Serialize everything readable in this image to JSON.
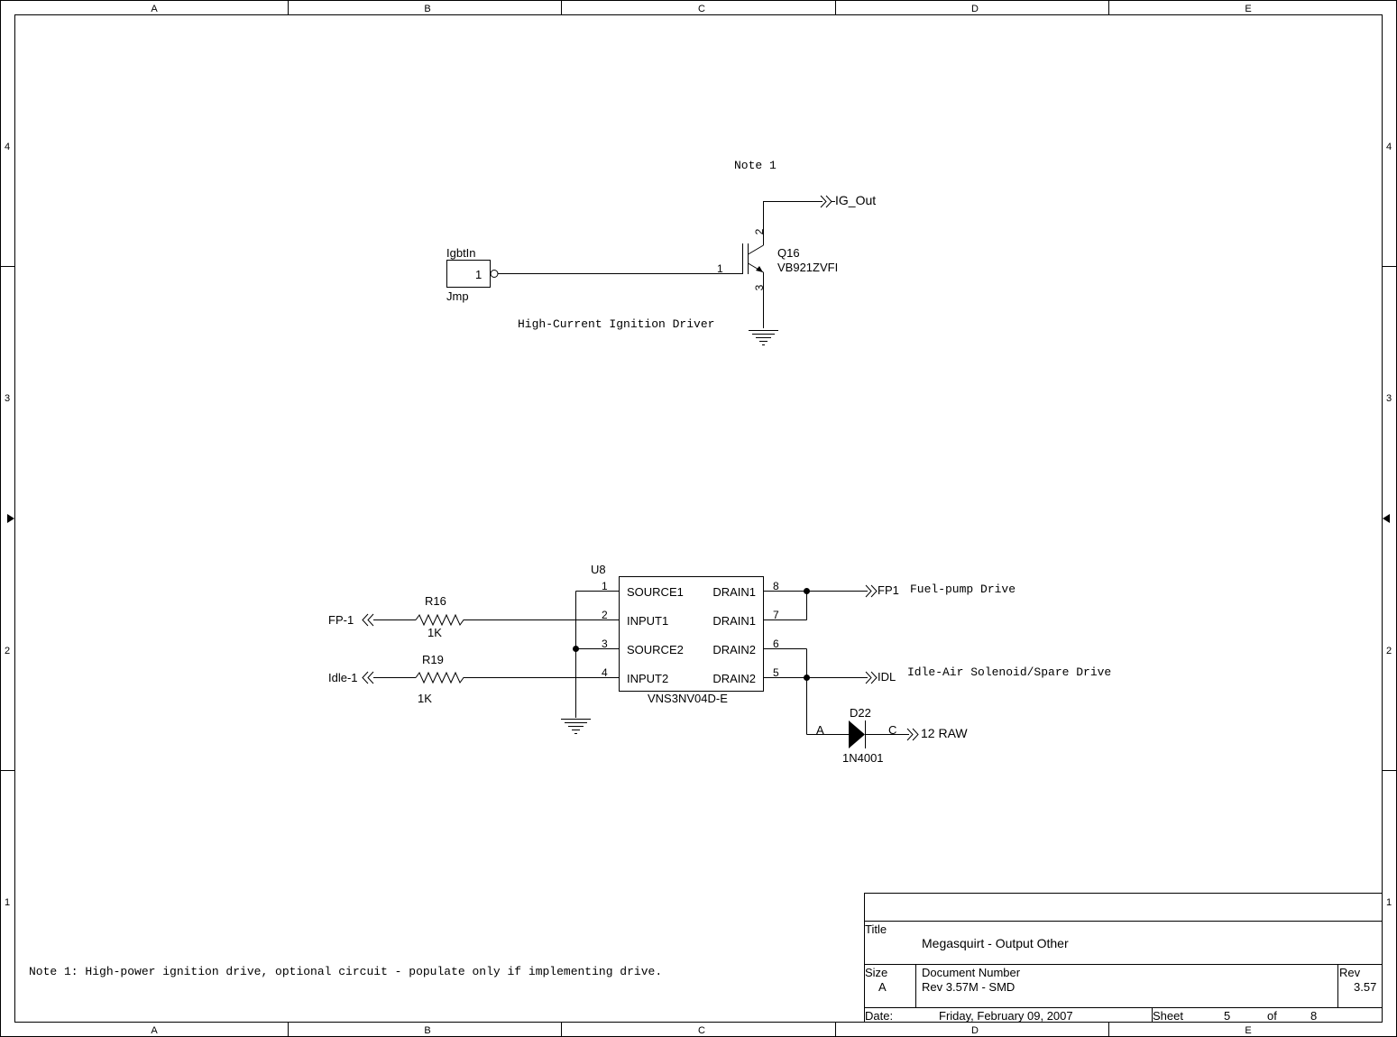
{
  "border": {
    "columns": [
      "A",
      "B",
      "C",
      "D",
      "E"
    ],
    "rows": [
      "4",
      "3",
      "2",
      "1"
    ]
  },
  "ignition": {
    "note_ref": "Note 1",
    "output_net": "IG_Out",
    "transistor_ref": "Q16",
    "transistor_value": "VB921ZVFI",
    "pin_gate": "1",
    "pin_collector": "2",
    "pin_emitter": "3",
    "jumper_name": "IgbtIn",
    "jumper_pin": "1",
    "jumper_value": "Jmp",
    "caption": "High-Current Ignition Driver"
  },
  "driver": {
    "ref": "U8",
    "value": "VNS3NV04D-E",
    "left_pins": [
      {
        "num": "1",
        "name": "SOURCE1"
      },
      {
        "num": "2",
        "name": "INPUT1"
      },
      {
        "num": "3",
        "name": "SOURCE2"
      },
      {
        "num": "4",
        "name": "INPUT2"
      }
    ],
    "right_pins": [
      {
        "num": "8",
        "name": "DRAIN1"
      },
      {
        "num": "7",
        "name": "DRAIN1"
      },
      {
        "num": "6",
        "name": "DRAIN2"
      },
      {
        "num": "5",
        "name": "DRAIN2"
      }
    ],
    "r16_ref": "R16",
    "r16_value": "1K",
    "r19_ref": "R19",
    "r19_value": "1K",
    "fp_in_net": "FP-1",
    "idle_in_net": "Idle-1",
    "fp_out_net": "FP1",
    "fp_out_label": "Fuel-pump Drive",
    "idl_out_net": "IDL",
    "idl_out_label": "Idle-Air Solenoid/Spare Drive",
    "diode_ref": "D22",
    "diode_value": "1N4001",
    "diode_anode": "A",
    "diode_cathode": "C",
    "raw_net": "12 RAW"
  },
  "note_text": "Note 1: High-power ignition drive, optional circuit - populate only if implementing drive.",
  "title_block": {
    "title_label": "Title",
    "title": "Megasquirt - Output Other",
    "size_label": "Size",
    "size": "A",
    "docnum_label": "Document Number",
    "docnum": "Rev 3.57M  - SMD",
    "rev_label": "Rev",
    "rev": "3.57",
    "date_label": "Date:",
    "date": "Friday, February 09, 2007",
    "sheet_label": "Sheet",
    "sheet": "5",
    "of_label": "of",
    "sheet_total": "8"
  }
}
